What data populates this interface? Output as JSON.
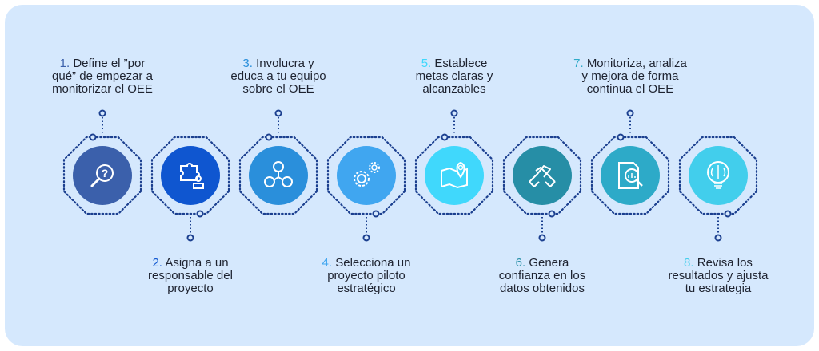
{
  "steps": [
    {
      "number": "1.",
      "text": "Define el ”por qué” de empezar a monitorizar el OEE",
      "lines": [
        "Define el ”por",
        "qué” de empezar a",
        "monitorizar el OEE"
      ],
      "color": "#3b60ab",
      "icon": "question-magnifier-icon"
    },
    {
      "number": "2.",
      "text": "Asigna a un responsable del proyecto",
      "lines": [
        "Asigna a un",
        "responsable del",
        "proyecto"
      ],
      "color": "#0f56d0",
      "icon": "puzzle-person-icon"
    },
    {
      "number": "3.",
      "text": "Involucra y educa a tu equipo sobre el OEE",
      "lines": [
        "Involucra y",
        "educa a tu equipo",
        "sobre el OEE"
      ],
      "color": "#2a8fdb",
      "icon": "team-network-icon"
    },
    {
      "number": "4.",
      "text": "Selecciona un proyecto piloto estratégico",
      "lines": [
        "Selecciona un",
        "proyecto piloto",
        "estratégico"
      ],
      "color": "#40a6f0",
      "icon": "gears-icon"
    },
    {
      "number": "5.",
      "text": "Establece metas claras y alcanzables",
      "lines": [
        "Establece",
        "metas claras y",
        "alcanzables"
      ],
      "color": "#40d8fc",
      "icon": "map-pin-icon"
    },
    {
      "number": "6.",
      "text": "Genera confianza en los datos obtenidos",
      "lines": [
        "Genera",
        "confianza en los",
        "datos obtenidos"
      ],
      "color": "#268ea6",
      "icon": "handshake-icon"
    },
    {
      "number": "7.",
      "text": "Monitoriza, analiza y mejora de forma continua el OEE",
      "lines": [
        "Monitoriza, analiza",
        "y mejora de forma",
        "continua el OEE"
      ],
      "color": "#2daac8",
      "icon": "report-analysis-icon"
    },
    {
      "number": "8.",
      "text": "Revisa los resultados y ajusta tu estrategia",
      "lines": [
        "Revisa los",
        "resultados y ajusta",
        "tu estrategia"
      ],
      "color": "#42ceec",
      "icon": "brain-bulb-icon"
    }
  ],
  "colors": {
    "background": "#d5e8fd",
    "dots": "#1b3f8f",
    "text": "#1e2330"
  }
}
